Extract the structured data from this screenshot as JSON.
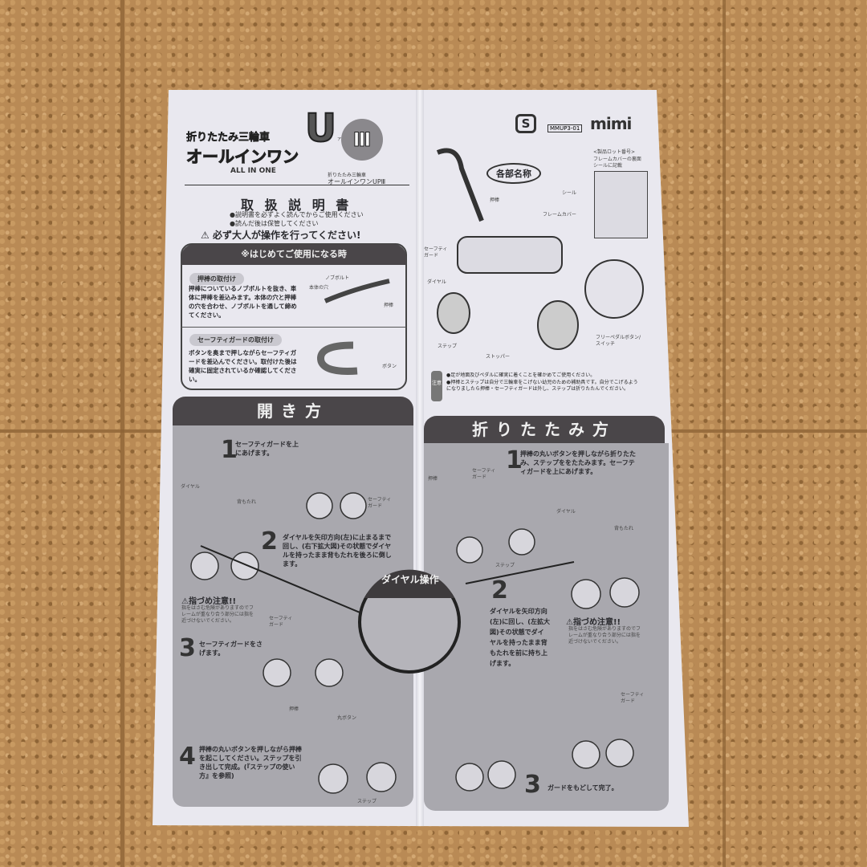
{
  "header": {
    "logo_line1": "折りたたみ三輪車",
    "logo_line2": "オールインワン",
    "logo_sub": "ALL IN ONE",
    "logo_up": "アップ",
    "logo_roman": "Ⅲ",
    "product_name_small_1": "折りたたみ三輪車",
    "product_name_small_2": "オールインワンUPⅢ",
    "model_code": "MMUP3-01",
    "brand": "mimi"
  },
  "manual": {
    "title": "取 扱 説 明 書",
    "notes": [
      "●説明書を必ずよく読んでからご使用ください",
      "●読んだ後は保管してください"
    ],
    "warning": "必ず大人が操作を行ってください!"
  },
  "first_use": {
    "title": "※はじめてご使用になる時",
    "push_bar": {
      "label": "押棒の取付け",
      "text": "押棒についているノブボルトを抜き、車体に押棒を差込みます。本体の穴と押棒の穴を合わせ、ノブボルトを通して締めてください。",
      "callouts": [
        "ノブボルト",
        "本体の穴",
        "押棒"
      ]
    },
    "guard": {
      "label": "セーフティガードの取付け",
      "text": "ボタンを奥まで押しながらセーフティガードを差込んでください。取付けた後は確実に固定されているか確認してください。",
      "callouts": [
        "ボタン"
      ]
    }
  },
  "parts": {
    "title": "各部名称",
    "labels": [
      "押棒",
      "セーフティガード",
      "ダイヤル",
      "ステップ",
      "ストッパー",
      "フリーペダルボタン/スイッチ",
      "シール",
      "フレームカバー"
    ],
    "lot_caption": "<製品ロット番号>",
    "lot_note": "フレームカバーの裏面シールに記載"
  },
  "caution": {
    "badge": "注意",
    "items": [
      "●足が地面及びペダルに確実に着くことを確かめてご使用ください。",
      "●押棒とステップは自分で三輪車をこげない幼児のための補助具です。自分でこげるようになりましたら押棒・セーフティガードは外し、ステップは折りたたんでください。"
    ]
  },
  "open": {
    "title": "開き方",
    "steps": [
      {
        "n": "1",
        "text": "セーフティガードを上にあげます。"
      },
      {
        "n": "2",
        "text": "ダイヤルを矢印方向(左)に止まるまで回し、(右下拡大図)その状態でダイヤルを持ったまま背もたれを後ろに倒します。"
      },
      {
        "n": "3",
        "text": "セーフティガードをさげます。"
      },
      {
        "n": "4",
        "text": "押棒の丸いボタンを押しながら押棒を起こしてください。ステップを引き出して完成。(『ステップの使い方』を参照)"
      }
    ],
    "callouts": [
      "ダイヤル",
      "背もたれ",
      "セーフティガード",
      "セーフティガード",
      "押棒",
      "丸ボタン",
      "ステップ"
    ],
    "finger_warning": {
      "title": "指づめ注意!!",
      "text": "指をはさむ危険がありますのでフレームが重なり合う部分には指を近づけないでください。"
    }
  },
  "dial": {
    "title": "ダイヤル操作"
  },
  "fold": {
    "title": "折りたたみ方",
    "steps": [
      {
        "n": "1",
        "text": "押棒の丸いボタンを押しながら折りたたみ、ステップををたたみます。セーフティガードを上にあげます。"
      },
      {
        "n": "2",
        "text": "ダイヤルを矢印方向(左)に回し、(左拡大図)その状態でダイヤルを持ったまま背もたれを前に持ち上げます。"
      },
      {
        "n": "3",
        "text": "ガードをもどして完了。"
      }
    ],
    "callouts": [
      "押棒",
      "セーフティガード",
      "ステップ",
      "ダイヤル",
      "背もたれ",
      "セーフティガード"
    ],
    "finger_warning": {
      "title": "指づめ注意!!",
      "text": "指をはさむ危険がありますのでフレームが重なり合う部分には指を近づけないでください。"
    }
  }
}
